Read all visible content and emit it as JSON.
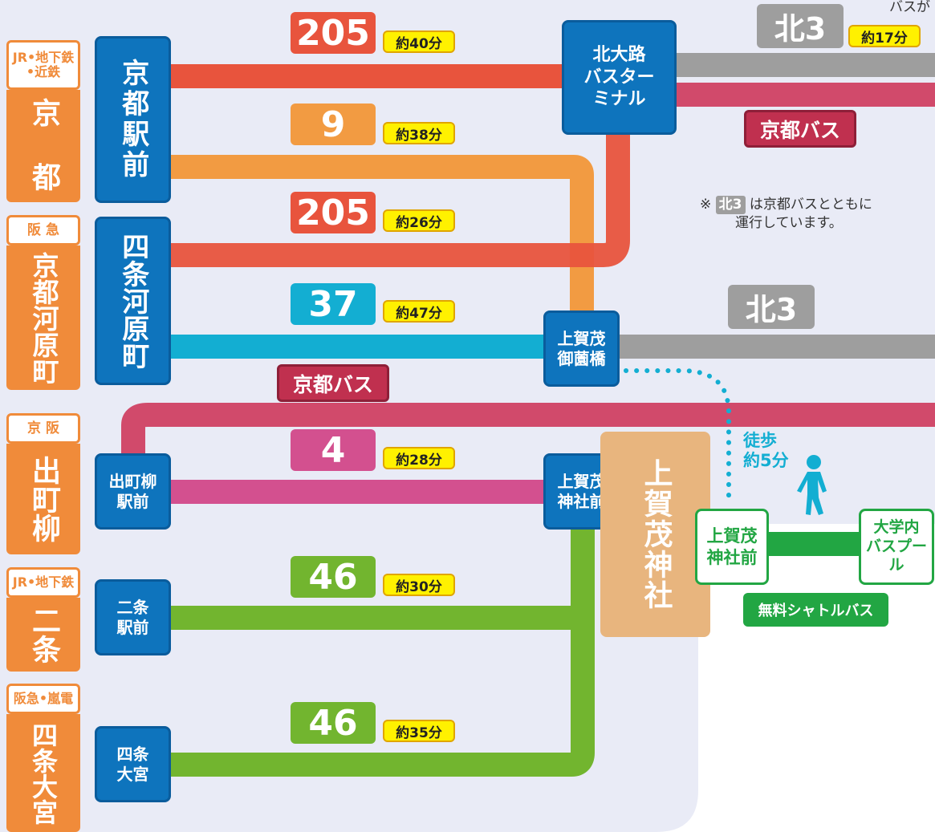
{
  "top_right_text": "バスが",
  "colors": {
    "panel": "#e9ebf6",
    "orange_origin": "#f08b3a",
    "stop_blue": "#0e74bd",
    "route_205": "#e8543d",
    "route_9": "#f29b42",
    "route_37": "#13aed2",
    "route_4": "#d3508f",
    "route_46": "#72b52f",
    "kita3": "#9e9e9e",
    "kyoto_bus": "#c0304f",
    "shrine": "#e8b57e",
    "shuttle": "#22a643",
    "walk": "#13aed2",
    "time_badge": "#fff100"
  },
  "origins": [
    {
      "tag": "JR•地下鉄\n•近鉄",
      "name": "京　都"
    },
    {
      "tag": "阪 急",
      "name": "京都河原町"
    },
    {
      "tag": "京 阪",
      "name": "出町柳"
    },
    {
      "tag": "JR•地下鉄",
      "name": "二条"
    },
    {
      "tag": "阪急•嵐電",
      "name": "四条大宮"
    }
  ],
  "stops": {
    "kyoto_ekimae": "京都駅前",
    "shijo_kawaramachi": "四条河原町",
    "demachiyanagi_ekimae": "出町柳\n駅前",
    "nijo_ekimae": "二条\n駅前",
    "shijo_omiya": "四条\n大宮",
    "kitaoji_bt": "北大路\nバスター\nミナル",
    "kamigamo_misonobashi": "上賀茂\n御薗橋",
    "kamigamo_jinjamae": "上賀茂\n神社前",
    "shrine": "上賀茂神社",
    "shuttle_from": "上賀茂\n神社前",
    "shuttle_to": "大学内\nバスプール"
  },
  "routes": [
    {
      "number": "205",
      "time": "約40分"
    },
    {
      "number": "9",
      "time": "約38分"
    },
    {
      "number": "205",
      "time": "約26分"
    },
    {
      "number": "37",
      "time": "約47分"
    },
    {
      "number": "4",
      "time": "約28分"
    },
    {
      "number": "46",
      "time": "約30分"
    },
    {
      "number": "46",
      "time": "約35分"
    }
  ],
  "kita3": {
    "label": "北3",
    "time": "約17分"
  },
  "kita3_b": {
    "label": "北3"
  },
  "kyoto_bus_label": "京都バス",
  "kyoto_bus_label_2": "京都バス",
  "note": {
    "prefix": "※",
    "badge": "北3",
    "line1": "は京都バスとともに",
    "line2": "運行しています。"
  },
  "walk": {
    "line1": "徒歩",
    "line2": "約5分"
  },
  "shuttle_label": "無料シャトルバス"
}
